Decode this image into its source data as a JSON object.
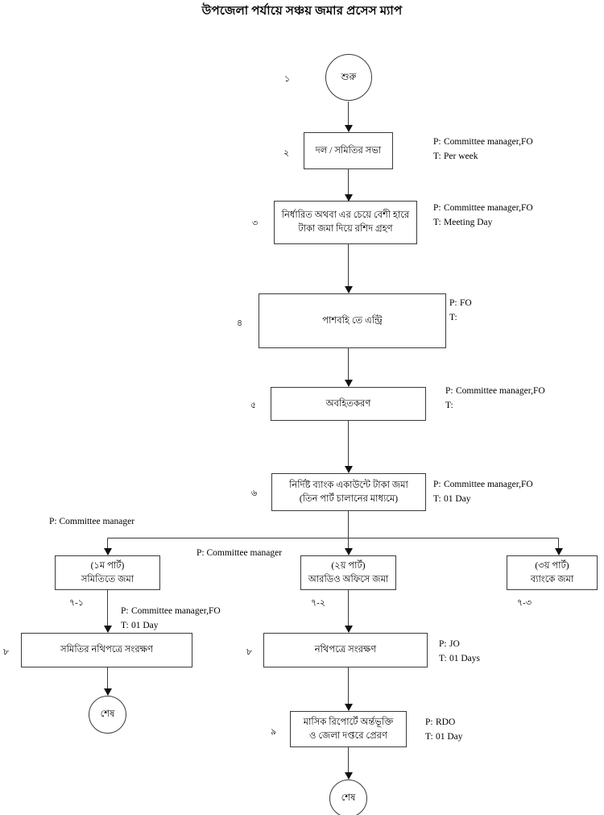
{
  "title": "উপজেলা পর্যায়ে সঞ্চয় জমার প্রসেস ম্যাপ",
  "diagram": {
    "type": "flowchart",
    "orientation": "top-to-bottom",
    "nodes": [
      {
        "id": "start",
        "shape": "circle",
        "number": "১",
        "lines": [
          "শুরু"
        ]
      },
      {
        "id": "s2",
        "shape": "rect",
        "number": "২",
        "lines": [
          "দল / সমিতির সভা"
        ]
      },
      {
        "id": "s3",
        "shape": "rect",
        "number": "৩",
        "lines": [
          "নির্ধারিত অথবা এর চেয়ে বেশী হারে",
          "টাকা জমা দিয়ে রশিদ গ্রহণ"
        ]
      },
      {
        "id": "s4",
        "shape": "rect",
        "number": "৪",
        "lines": [
          "পাশবহি তে এন্ট্রি"
        ]
      },
      {
        "id": "s5",
        "shape": "rect",
        "number": "৫",
        "lines": [
          "অবহিতকরণ"
        ]
      },
      {
        "id": "s6",
        "shape": "rect",
        "number": "৬",
        "lines": [
          "নির্দিষ্ট ব্যাংক একাউন্টে টাকা জমা",
          "(তিন পার্ট চালানের মাধ্যমে)"
        ]
      },
      {
        "id": "s7_1",
        "shape": "rect",
        "number": "৭-১",
        "lines": [
          "(১ম পার্ট)",
          "সমিতিতে জমা"
        ]
      },
      {
        "id": "s7_2",
        "shape": "rect",
        "number": "৭-২",
        "lines": [
          "(২য় পার্ট)",
          "আরডিও অফিসে জমা"
        ]
      },
      {
        "id": "s7_3",
        "shape": "rect",
        "number": "৭-৩",
        "lines": [
          "(৩য় পার্ট)",
          "ব্যাংকে জমা"
        ]
      },
      {
        "id": "s8_left",
        "shape": "rect",
        "number": "৮",
        "lines": [
          "সমিতির নথিপত্রে সংরক্ষণ"
        ]
      },
      {
        "id": "s8_mid",
        "shape": "rect",
        "number": "৮",
        "lines": [
          "নথিপত্রে সংরক্ষণ"
        ]
      },
      {
        "id": "end_left",
        "shape": "circle",
        "number": "",
        "lines": [
          "শেষ"
        ]
      },
      {
        "id": "s9",
        "shape": "rect",
        "number": "৯",
        "lines": [
          "মাসিক রিপোর্টে অর্ন্তভূক্তি",
          "ও জেলা দপ্তরে প্রেরণ"
        ]
      },
      {
        "id": "end_mid",
        "shape": "circle",
        "number": "",
        "lines": [
          "শেষ"
        ]
      }
    ],
    "annotations": [
      {
        "for": "s2",
        "p_key": "P:",
        "p_value": "Committee manager,FO",
        "t_key": "T:",
        "t_value": "Per week"
      },
      {
        "for": "s3",
        "p_key": "P:",
        "p_value": "Committee manager,FO",
        "t_key": "T:",
        "t_value": "Meeting Day"
      },
      {
        "for": "s4",
        "p_key": "P:",
        "p_value": "FO",
        "t_key": "T:",
        "t_value": ""
      },
      {
        "for": "s5",
        "p_key": "P:",
        "p_value": "Committee manager,FO",
        "t_key": "T:",
        "t_value": ""
      },
      {
        "for": "s6",
        "p_key": "P:",
        "p_value": "Committee manager,FO",
        "t_key": "T:",
        "t_value": "01 Day"
      },
      {
        "for": "s8_left",
        "p_key": "P:",
        "p_value": "Committee manager,FO",
        "t_key": "T:",
        "t_value": "01 Day"
      },
      {
        "for": "s8_mid",
        "p_key": "P:",
        "p_value": "JO",
        "t_key": "T:",
        "t_value": "01 Days"
      },
      {
        "for": "s9",
        "p_key": "P:",
        "p_value": "RDO",
        "t_key": "T:",
        "t_value": "01 Day"
      }
    ],
    "branch_notes": [
      {
        "id": "note_left",
        "text": "P:  Committee manager"
      },
      {
        "id": "note_mid",
        "text": "P:  Committee manager"
      }
    ]
  },
  "colors": {
    "stroke": "#3a3a3a",
    "arrow": "#111111",
    "text": "#000000",
    "background": "#ffffff"
  }
}
